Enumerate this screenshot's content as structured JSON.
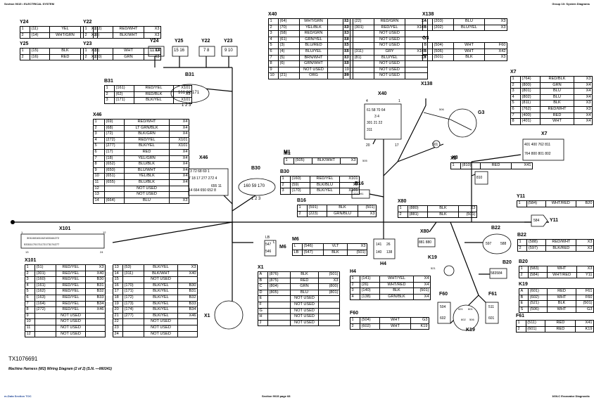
{
  "header": {
    "left": "Section 9015 • ELECTRICAL SYSTEM",
    "right": "Group 10: System Diagrams"
  },
  "footer": {
    "left": "m-Data Section TOC",
    "center": "Section 9015 page 68",
    "right": "160LC Excavator Diagnostic"
  },
  "figure": {
    "id": "TX1076691",
    "caption": "Machine Harness (W2) Wiring Diagram (2 of 2) (S.N. —060341)"
  },
  "tables": {
    "Y24": {
      "title": "Y24",
      "rows": [
        [
          "1",
          "(11)",
          "YEL",
          "X3"
        ],
        [
          "2",
          "(14)",
          "WHT/GRN",
          "X3"
        ]
      ]
    },
    "Y22": {
      "title": "Y22",
      "rows": [
        [
          "1",
          "(12)",
          "RED/WHT",
          "X3"
        ],
        [
          "2",
          "(8)",
          "BLK/WHT",
          "X3"
        ]
      ]
    },
    "Y25": {
      "title": "Y25",
      "rows": [
        [
          "1",
          "(15)",
          "BLK",
          "X3"
        ],
        [
          "2",
          "(16)",
          "RED",
          "X3"
        ]
      ]
    },
    "Y23": {
      "title": "Y23",
      "rows": [
        [
          "1",
          "(9)",
          "WHT",
          "X3"
        ],
        [
          "2",
          "(10)",
          "GRN",
          "X3"
        ]
      ]
    },
    "X40a": {
      "title": "X40",
      "rows": [
        [
          "1",
          "(64)",
          "WHT/GRN",
          "X3"
        ],
        [
          "2",
          "(70)",
          "YEL/BLK",
          "X3"
        ],
        [
          "3",
          "(58)",
          "RED/GRN",
          "X3"
        ],
        [
          "4",
          "(61)",
          "GRN/YEL",
          "X3"
        ],
        [
          "5",
          "(3)",
          "BLU/RED",
          "X3"
        ],
        [
          "6",
          "(4)",
          "BLU/YEL",
          "X3"
        ],
        [
          "7",
          "(5)",
          "BRN/WHT",
          "X3"
        ],
        [
          "8",
          "(6)",
          "GRN/WHT",
          "X3"
        ],
        [
          "9",
          "",
          "NOT USED",
          ""
        ],
        [
          "10",
          "(21)",
          "ORG",
          "X4"
        ]
      ]
    },
    "X40b": {
      "rows": [
        [
          "11",
          "(22)",
          "RED/GRN",
          "X4"
        ],
        [
          "12",
          "(301)",
          "RED/YEL",
          "X101"
        ],
        [
          "13",
          "",
          "NOT USED",
          ""
        ],
        [
          "14",
          "",
          "NOT USED",
          ""
        ],
        [
          "15",
          "",
          "NOT USED",
          ""
        ],
        [
          "16",
          "(311)",
          "GRY",
          "X101"
        ],
        [
          "17",
          "(81)",
          "BLU/YEL",
          "X3"
        ],
        [
          "18",
          "",
          "NOT USED",
          ""
        ],
        [
          "19",
          "",
          "NOT USED",
          ""
        ],
        [
          "20",
          "",
          "NOT USED",
          ""
        ]
      ]
    },
    "X138": {
      "title": "X138",
      "rows": [
        [
          "A",
          "(203)",
          "BLU",
          "X3"
        ],
        [
          "B",
          "(202)",
          "BLU/YEL",
          "X3"
        ]
      ]
    },
    "G3": {
      "title": "G3",
      "rows": [
        [
          "B",
          "(504)",
          "WHT",
          "F60"
        ],
        [
          "B",
          "(506)",
          "WHT",
          "X42"
        ],
        [
          "E",
          "(501)",
          "BLK",
          "X3"
        ]
      ]
    },
    "B31": {
      "title": "B31",
      "rows": [
        [
          "1",
          "(161)",
          "RED/YEL",
          "X101"
        ],
        [
          "2",
          "(62)",
          "RED/BLK",
          "X3"
        ],
        [
          "3",
          "(171)",
          "BLK/YEL",
          "X101"
        ]
      ]
    },
    "X7": {
      "title": "X7",
      "rows": [
        [
          "1",
          "(764)",
          "RED/BLK",
          "X3"
        ],
        [
          "2",
          "(800)",
          "GRN",
          "X4"
        ],
        [
          "3",
          "(801)",
          "BLU",
          "X4"
        ],
        [
          "4",
          "(802)",
          "BLU",
          "X4"
        ],
        [
          "5",
          "(811)",
          "BLK",
          "X3"
        ],
        [
          "6",
          "(762)",
          "RED/WHT",
          "X3"
        ],
        [
          "7",
          "(400)",
          "RED",
          "X4"
        ],
        [
          "8",
          "(401)",
          "WHT",
          "X4"
        ]
      ]
    },
    "X46": {
      "title": "X46",
      "rows": [
        [
          "1",
          "(69)",
          "RED/WHT",
          "X4"
        ],
        [
          "2",
          "(68)",
          "LT GRN/BLK",
          "X4"
        ],
        [
          "3",
          "(72)",
          "BLK/GRN",
          "X4"
        ],
        [
          "4",
          "(272)",
          "RED/YEL",
          "X101"
        ],
        [
          "5",
          "(277)",
          "BLK/YEL",
          "X101"
        ],
        [
          "6",
          "(17)",
          "RED",
          "X4"
        ],
        [
          "7",
          "(18)",
          "YEL/GRN",
          "X4"
        ],
        [
          "8",
          "(652)",
          "BLU/BLK",
          "X4"
        ],
        [
          "9",
          "(650)",
          "BLU/WHT",
          "X4"
        ],
        [
          "10",
          "(651)",
          "YEL/BLK",
          "X4"
        ],
        [
          "11",
          "(655)",
          "BLU/BLK",
          "X4"
        ],
        [
          "12",
          "",
          "NOT USED",
          ""
        ],
        [
          "13",
          "",
          "NOT USED",
          ""
        ],
        [
          "14",
          "(664)",
          "BLU",
          "X3"
        ]
      ]
    },
    "M1": {
      "title": "M1",
      "rows": [
        [
          "1",
          "(505)",
          "BLK/WHT",
          "X3"
        ]
      ]
    },
    "X8": {
      "title": "X8",
      "rows": [
        [
          "1",
          "(810)",
          "RED",
          "X41"
        ]
      ]
    },
    "B30": {
      "title": "B30",
      "rows": [
        [
          "1",
          "(160)",
          "RED/YEL",
          "X101"
        ],
        [
          "2",
          "(59)",
          "BLK/BLU",
          "X3"
        ],
        [
          "3",
          "(170)",
          "BLK/YEL",
          "X101"
        ]
      ]
    },
    "B16": {
      "title": "B16",
      "rows": [
        [
          "1",
          "(591)",
          "BLK",
          "(501)"
        ],
        [
          "2",
          "(223)",
          "GRN/BLU",
          "X3"
        ]
      ]
    },
    "X80": {
      "title": "X80",
      "rows": [
        [
          "1",
          "(880)",
          "BLK",
          "X3"
        ],
        [
          "2",
          "(881)",
          "BLK",
          "(501)"
        ]
      ]
    },
    "Y11": {
      "title": "Y11",
      "rows": [
        [
          "1",
          "(584)",
          "WHT/RED",
          "B20"
        ]
      ]
    },
    "X101a": {
      "title": "X101",
      "rows": [
        [
          "1",
          "(51)",
          "RED/YEL",
          "X3"
        ],
        [
          "2",
          "(301)",
          "RED/YEL",
          "X40"
        ],
        [
          "3",
          "(160)",
          "RED/YEL",
          "B30"
        ],
        [
          "4",
          "(161)",
          "RED/YEL",
          "B31"
        ],
        [
          "5",
          "(162)",
          "RED/YEL",
          "B32"
        ],
        [
          "6",
          "(163)",
          "RED/YEL",
          "B33"
        ],
        [
          "7",
          "(164)",
          "RED/YEL",
          "B34"
        ],
        [
          "8",
          "(272)",
          "RED/YEL",
          "X46"
        ],
        [
          "9",
          "",
          "NOT USED",
          ""
        ],
        [
          "10",
          "",
          "NOT USED",
          ""
        ],
        [
          "11",
          "",
          "NOT USED",
          ""
        ],
        [
          "12",
          "",
          "NOT USED",
          ""
        ]
      ]
    },
    "X101b": {
      "rows": [
        [
          "13",
          "(53)",
          "BLK/YEL",
          "X3"
        ],
        [
          "14",
          "(311)",
          "BLK/WHT",
          "X40"
        ],
        [
          "15",
          "",
          "NOT USED",
          ""
        ],
        [
          "16",
          "(170)",
          "BLK/YEL",
          "B30"
        ],
        [
          "17",
          "(171)",
          "BLK/YEL",
          "B31"
        ],
        [
          "18",
          "(172)",
          "BLK/YEL",
          "B32"
        ],
        [
          "19",
          "(173)",
          "BLK/YEL",
          "B33"
        ],
        [
          "20",
          "(174)",
          "BLK/YEL",
          "B34"
        ],
        [
          "21",
          "(277)",
          "BLK/YEL",
          "X46"
        ],
        [
          "22",
          "",
          "NOT USED",
          ""
        ],
        [
          "23",
          "",
          "NOT USED",
          ""
        ],
        [
          "24",
          "",
          "NOT USED",
          ""
        ]
      ]
    },
    "X1": {
      "title": "X1",
      "rows": [
        [
          "A",
          "(876)",
          "BLK",
          "(501)"
        ],
        [
          "B",
          "(875)",
          "RED",
          "X3"
        ],
        [
          "C",
          "(804)",
          "GRN",
          "(800)"
        ],
        [
          "D",
          "(805)",
          "BLU",
          "(801)"
        ],
        [
          "E",
          "",
          "NOT USED",
          ""
        ],
        [
          "F",
          "",
          "NOT USED",
          ""
        ],
        [
          "G",
          "",
          "NOT USED",
          ""
        ],
        [
          "H",
          "",
          "NOT USED",
          ""
        ],
        [
          "J",
          "",
          "NOT USED",
          ""
        ]
      ]
    },
    "M6": {
      "title": "M6",
      "rows": [
        [
          "L",
          "(546)",
          "VLT",
          "X3"
        ],
        [
          "LB",
          "(547)",
          "BLK",
          "(501)"
        ]
      ]
    },
    "H4": {
      "title": "H4",
      "rows": [
        [
          "1",
          "(141)",
          "WHT/YEL",
          "X4"
        ],
        [
          "2",
          "(26)",
          "WHT/RED",
          "X4"
        ],
        [
          "3",
          "(140)",
          "BLK",
          "(501)"
        ],
        [
          "4",
          "(138)",
          "GRN/BLK",
          "X4"
        ]
      ]
    },
    "F60a": {
      "title": "F60",
      "rows": [
        [
          "1",
          "(504)",
          "WHT",
          "G3"
        ],
        [
          "2",
          "(602)",
          "WHT",
          "K19"
        ]
      ]
    },
    "B22": {
      "title": "B22",
      "rows": [
        [
          "1",
          "(588)",
          "RED/WHT",
          "X3"
        ],
        [
          "2",
          "(597)",
          "BLK/RED",
          "X3"
        ]
      ]
    },
    "B20": {
      "title": "B20",
      "rows": [
        [
          "1",
          "(583)",
          "WHT",
          "X3"
        ],
        [
          "2",
          "(584)",
          "WHT/RED",
          "Y11"
        ]
      ]
    },
    "K19": {
      "title": "K19",
      "rows": [
        [
          "A",
          "(601)",
          "RED",
          "F61"
        ],
        [
          "B",
          "(602)",
          "WHT",
          "F60"
        ],
        [
          "E",
          "(521)",
          "BLK",
          "(501)"
        ],
        [
          "S",
          "(506)",
          "WHT",
          "G3"
        ]
      ]
    },
    "F61": {
      "title": "F61",
      "rows": [
        [
          "1",
          "(511)",
          "RED",
          "X41"
        ],
        [
          "2",
          "(601)",
          "RED",
          "K19"
        ]
      ]
    }
  },
  "connectors": {
    "Y24": {
      "label": "Y24",
      "pins": [
        "11",
        "14"
      ]
    },
    "Y25": {
      "label": "Y25",
      "pins": [
        "15",
        "16"
      ]
    },
    "Y22": {
      "label": "Y22",
      "pins": [
        "7",
        "8"
      ]
    },
    "Y23": {
      "label": "Y23",
      "pins": [
        "9",
        "10"
      ]
    },
    "B31": {
      "label": "B31",
      "pins": [
        "161",
        "62",
        "171"
      ],
      "nums": [
        "1",
        "2",
        "3"
      ]
    },
    "B30": {
      "label": "B30",
      "pins": [
        "160",
        "59",
        "170"
      ],
      "nums": [
        "1",
        "2",
        "3"
      ]
    },
    "X46": {
      "label": "X46",
      "top": [
        "3",
        "72",
        "68",
        "69",
        "1"
      ],
      "mid": [
        "7",
        "18",
        "17",
        "277",
        "272",
        "4"
      ],
      "bot": [
        "14",
        "664",
        "650",
        "652",
        "8"
      ],
      "bot2": [
        "655",
        "11"
      ]
    },
    "X40": {
      "label": "X40",
      "row1": [
        "61",
        "58",
        "70",
        "64"
      ],
      "row2": [
        "3",
        "4"
      ],
      "row3": [
        "301",
        "21",
        "22"
      ],
      "row4": [
        "311"
      ],
      "corner": [
        "4",
        "1",
        "20",
        "17"
      ]
    },
    "X138": {
      "label": "X138",
      "pins": [
        "506",
        "501"
      ]
    },
    "G3": {
      "label": "G3"
    },
    "X7": {
      "label": "X7",
      "row1": [
        "401",
        "400",
        "762",
        "811"
      ],
      "row2": [
        "764",
        "800",
        "801",
        "802"
      ]
    },
    "X8": {
      "label": "X8",
      "pin": "810"
    },
    "M1": {
      "label": "M1",
      "pin": "505"
    },
    "B16": {
      "label": "B16",
      "pins": [
        "223",
        "591"
      ]
    },
    "X80": {
      "label": "X80",
      "pins": [
        "881",
        "880"
      ]
    },
    "Y11": {
      "label": "Y11",
      "pin": "584"
    },
    "B22": {
      "label": "B22",
      "pins": [
        "597",
        "588"
      ]
    },
    "B20": {
      "label": "B20",
      "pins": [
        "583",
        "584"
      ]
    },
    "H4": {
      "label": "H4",
      "pins": [
        "141",
        "26",
        "140",
        "138"
      ]
    },
    "M6": {
      "label": "M6",
      "pins": [
        "547",
        "546"
      ],
      "tag1": "LB",
      "tag2": "L"
    },
    "X101": {
      "label": "X101",
      "top": [
        "301",
        "160",
        "161",
        "162",
        "163",
        "164",
        "272"
      ],
      "bot": [
        "53",
        "311",
        "170",
        "171",
        "172",
        "173",
        "174",
        "277"
      ],
      "nums": [
        "1",
        "12",
        "13",
        "24"
      ]
    },
    "X1": {
      "label": "X1"
    },
    "F60": {
      "label": "F60",
      "pins": [
        "504",
        "602"
      ]
    },
    "F61": {
      "label": "F61",
      "pins": [
        "511",
        "601"
      ]
    },
    "K19": {
      "label": "K19",
      "pins": [
        "521",
        "521",
        "601",
        "602",
        "506"
      ]
    }
  }
}
